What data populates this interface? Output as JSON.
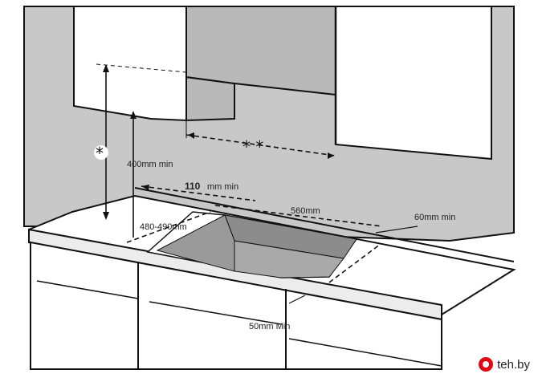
{
  "diagram": {
    "labels": {
      "asterisk_single": "*",
      "asterisk_double": "* *",
      "dim_400": "400mm min",
      "dim_110_value": "110",
      "dim_110_unit": "mm min",
      "dim_560": "560mm",
      "dim_60": "60mm min",
      "dim_480": "480-490mm",
      "dim_50": "50mm Min"
    },
    "colors": {
      "wall": "#c8c8c8",
      "cabinet": "#ffffff",
      "cabinet_shade": "#b9b9b9",
      "countertop": "#ffffff",
      "cutout_dark": "#8c8c8c",
      "cutout_mid": "#a9a9a9",
      "line": "#111111"
    }
  },
  "watermark": {
    "text": "teh.by",
    "accent": "#e30613"
  }
}
